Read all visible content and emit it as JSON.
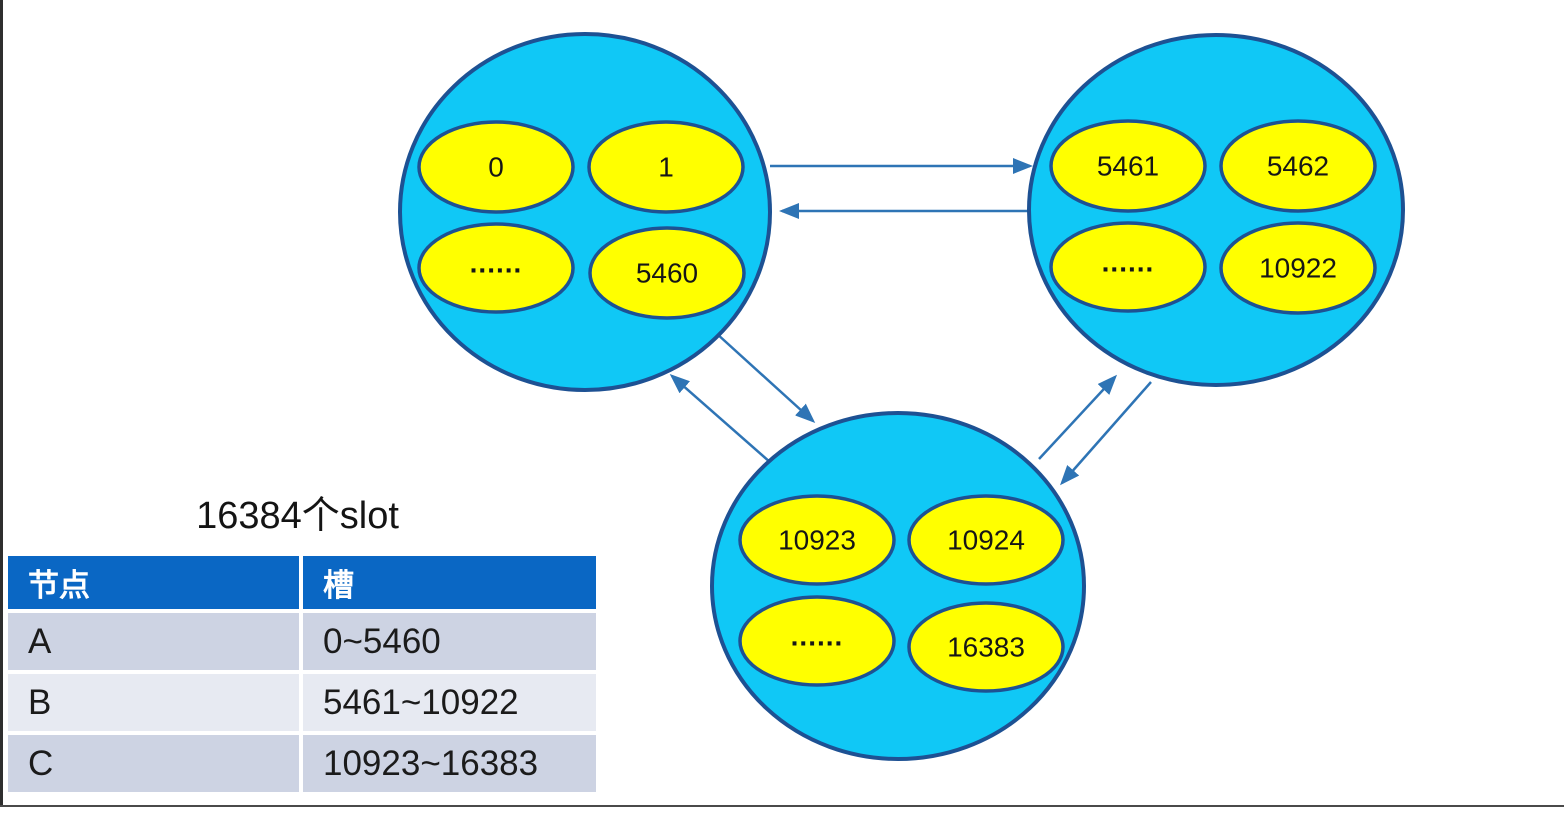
{
  "title": "16384个slot",
  "nodes": [
    {
      "id": "A",
      "slots": [
        "0",
        "1",
        "......",
        "5460"
      ]
    },
    {
      "id": "B",
      "slots": [
        "5461",
        "5462",
        "......",
        "10922"
      ]
    },
    {
      "id": "C",
      "slots": [
        "10923",
        "10924",
        "......",
        "16383"
      ]
    }
  ],
  "table": {
    "headers": [
      "节点",
      "槽"
    ],
    "rows": [
      {
        "node": "A",
        "slots": "0~5460"
      },
      {
        "node": "B",
        "slots": "5461~10922"
      },
      {
        "node": "C",
        "slots": "10923~16383"
      }
    ]
  },
  "colors": {
    "node_fill": "#10C8F6",
    "node_border": "#1D5193",
    "slot_fill": "#FFFF00",
    "arrow": "#2E74B5",
    "table_header_bg": "#0A67C4",
    "row_band_dark": "#CDD3E3",
    "row_band_light": "#E7EAF2"
  }
}
